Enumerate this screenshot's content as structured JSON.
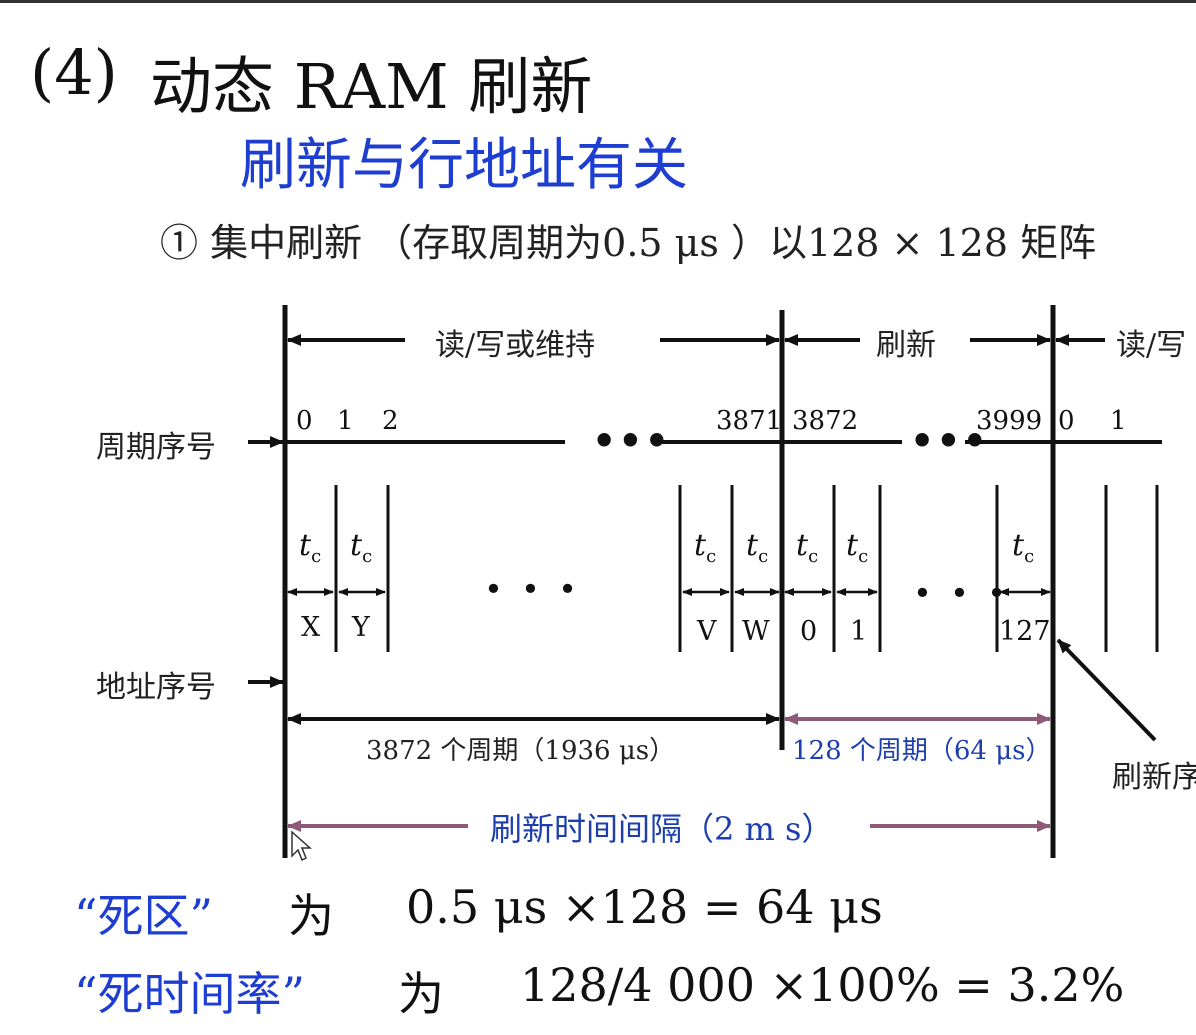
{
  "heading": {
    "number": "(4)",
    "title": "动态 RAM 刷新",
    "subtitle": "刷新与行地址有关",
    "method_line": "① 集中刷新 （存取周期为0.5 μs ）以128 × 128 矩阵"
  },
  "colors": {
    "title_blue": "#1d3ed0",
    "interval_purple": "#8e5a79",
    "label_blue": "#1d3fae",
    "ink": "#111111"
  },
  "diagram": {
    "phase_rw": "读/写或维持",
    "phase_refresh": "刷新",
    "phase_rw2": "读/写",
    "row_cycle_label": "周期序号",
    "row_addr_label": "地址序号",
    "cycle_numbers": [
      "0",
      "1",
      "2",
      "3871",
      "3872",
      "3999",
      "0",
      "1"
    ],
    "tc_base": "t",
    "tc_sub": "c",
    "addr_labels": [
      "X",
      "Y",
      "V",
      "W",
      "0",
      "1",
      "127"
    ],
    "dots": "•••",
    "dots_thin": "• • •",
    "duration_rw": "3872 个周期（1936 μs）",
    "duration_refresh": "128 个周期（64 μs）",
    "refresh_interval": "刷新时间间隔（2 m s）",
    "pointer_label": "刷新序"
  },
  "formulas": {
    "dead_zone_term": "“死区”",
    "dead_zone_is": "为",
    "dead_zone_value": "0.5 μs ×128 = 64 μs",
    "dead_rate_term": "“死时间率”",
    "dead_rate_is": "为",
    "dead_rate_value": "128/4 000 ×100% = 3.2%"
  }
}
